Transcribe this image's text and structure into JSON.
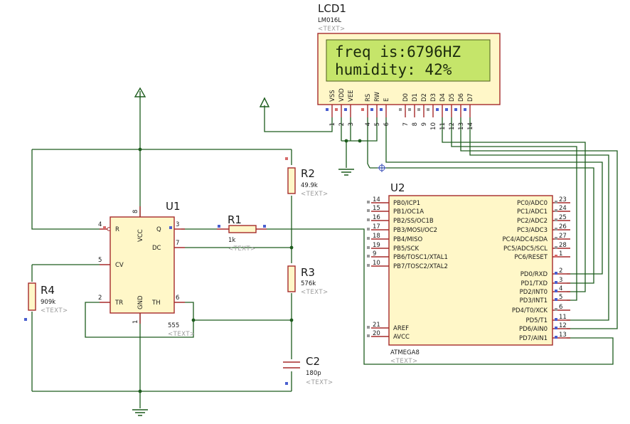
{
  "lcd": {
    "ref": "LCD1",
    "model": "LM016L",
    "placeholder": "<TEXT>",
    "line1": "freq is:6796HZ",
    "line2": "humidity: 42%",
    "pins": [
      {
        "name": "VSS",
        "num": "1"
      },
      {
        "name": "VDD",
        "num": "2"
      },
      {
        "name": "VEE",
        "num": "3"
      },
      {
        "name": "RS",
        "num": "4"
      },
      {
        "name": "RW",
        "num": "5"
      },
      {
        "name": "E",
        "num": "6"
      },
      {
        "name": "D0",
        "num": "7"
      },
      {
        "name": "D1",
        "num": "8"
      },
      {
        "name": "D2",
        "num": "9"
      },
      {
        "name": "D3",
        "num": "10"
      },
      {
        "name": "D4",
        "num": "11"
      },
      {
        "name": "D5",
        "num": "12"
      },
      {
        "name": "D6",
        "num": "13"
      },
      {
        "name": "D7",
        "num": "14"
      }
    ]
  },
  "u1": {
    "ref": "U1",
    "part": "555",
    "placeholder": "<TEXT>",
    "pins": {
      "r": "R",
      "q": "Q",
      "dc": "DC",
      "cv": "CV",
      "tr": "TR",
      "gnd": "GND",
      "th": "TH",
      "vcc": "VCC"
    },
    "nums": {
      "r": "4",
      "q": "3",
      "dc": "7",
      "cv": "5",
      "tr": "2",
      "gnd": "1",
      "th": "6",
      "vcc": "8"
    }
  },
  "r1": {
    "ref": "R1",
    "value": "1k",
    "placeholder": "<TEXT>"
  },
  "r2": {
    "ref": "R2",
    "value": "49.9k",
    "placeholder": "<TEXT>"
  },
  "r3": {
    "ref": "R3",
    "value": "576k",
    "placeholder": "<TEXT>"
  },
  "r4": {
    "ref": "R4",
    "value": "909k",
    "placeholder": "<TEXT>"
  },
  "c2": {
    "ref": "C2",
    "value": "180p",
    "placeholder": "<TEXT>"
  },
  "u2": {
    "ref": "U2",
    "part": "ATMEGA8",
    "placeholder": "<TEXT>",
    "left_pins": [
      {
        "name": "PB0/ICP1",
        "num": "14"
      },
      {
        "name": "PB1/OC1A",
        "num": "15"
      },
      {
        "name": "PB2/SS/OC1B",
        "num": "16"
      },
      {
        "name": "PB3/MOSI/OC2",
        "num": "17"
      },
      {
        "name": "PB4/MISO",
        "num": "18"
      },
      {
        "name": "PB5/SCK",
        "num": "19"
      },
      {
        "name": "PB6/TOSC1/XTAL1",
        "num": "9"
      },
      {
        "name": "PB7/TOSC2/XTAL2",
        "num": "10"
      },
      {
        "name": "AREF",
        "num": "21"
      },
      {
        "name": "AVCC",
        "num": "20"
      }
    ],
    "right_pins": [
      {
        "name": "PC0/ADC0",
        "num": "23"
      },
      {
        "name": "PC1/ADC1",
        "num": "24"
      },
      {
        "name": "PC2/ADC2",
        "num": "25"
      },
      {
        "name": "PC3/ADC3",
        "num": "26"
      },
      {
        "name": "PC4/ADC4/SDA",
        "num": "27"
      },
      {
        "name": "PC5/ADC5/SCL",
        "num": "28"
      },
      {
        "name": "PC6/RESET",
        "num": "1"
      },
      {
        "name": "PD0/RXD",
        "num": "2"
      },
      {
        "name": "PD1/TXD",
        "num": "3"
      },
      {
        "name": "PD2/INT0",
        "num": "4"
      },
      {
        "name": "PD3/INT1",
        "num": "5"
      },
      {
        "name": "PD4/T0/XCK",
        "num": "6"
      },
      {
        "name": "PD5/T1",
        "num": "11"
      },
      {
        "name": "PD6/AIN0",
        "num": "12"
      },
      {
        "name": "PD7/AIN1",
        "num": "13"
      }
    ]
  },
  "colors": {
    "wire": "#1d5c1d",
    "component": "#a52a2a",
    "lcd_screen": "#c5e56a",
    "pin_marker_blue": "#4a5fcf",
    "pin_marker_red": "#d66a6a"
  }
}
